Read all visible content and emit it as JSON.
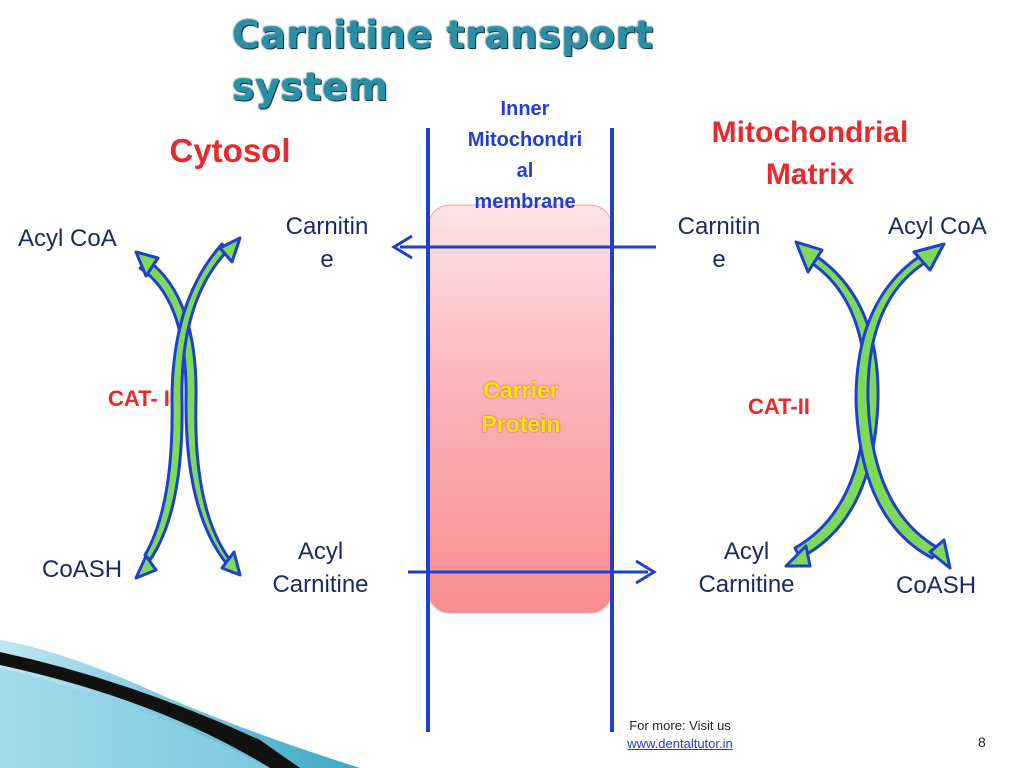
{
  "title_line1": "Carnitine transport",
  "title_line2": "system",
  "cytosol": "Cytosol",
  "matrix": [
    "Mitochondrial",
    "Matrix"
  ],
  "membrane": [
    "Inner",
    "Mitochondri",
    "al",
    "membrane"
  ],
  "left": {
    "acyl_coa": "Acyl CoA",
    "carnitine": [
      "Carnitin",
      "e"
    ],
    "cat": "CAT- I",
    "coash": "CoASH",
    "acyl_carnitine": [
      "Acyl",
      "Carnitine"
    ]
  },
  "right": {
    "acyl_coa": "Acyl CoA",
    "carnitine": [
      "Carnitin",
      "e"
    ],
    "cat": "CAT-II",
    "coash": "CoASH",
    "acyl_carnitine": [
      "Acyl",
      "Carnitine"
    ]
  },
  "carrier": [
    "Carrier",
    "Protein"
  ],
  "footer": {
    "line1": "For more: Visit us",
    "link": "www.dentaltutor.in"
  },
  "page_number": "8",
  "colors": {
    "title": "#2a8fa6",
    "region": "#e8292e",
    "membrane": "#1f3fd1",
    "arrow_fill": "#7ed957",
    "carrier": "#f5e800"
  }
}
